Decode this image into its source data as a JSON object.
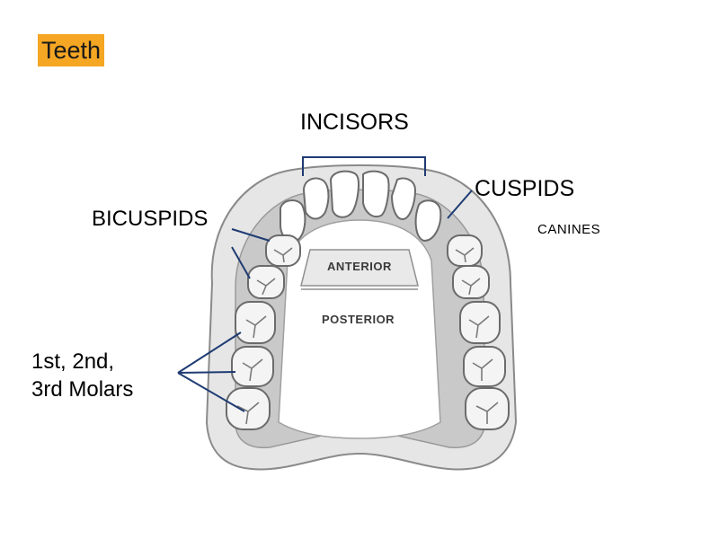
{
  "title": "Teeth",
  "labels": {
    "incisors": "INCISORS",
    "cuspids": "CUSPIDS",
    "canines": "CANINES",
    "bicuspids": "BICUSPIDS",
    "molars_line1": "1st, 2nd,",
    "molars_line2": "3rd Molars"
  },
  "arch": {
    "anterior": "ANTERIOR",
    "posterior": "POSTERIOR"
  },
  "colors": {
    "title_badge": "#f5a623",
    "callout_line": "#1f3b73",
    "tooth_outline": "#6b6b6b",
    "gum_fill": "#d4d4d4"
  }
}
